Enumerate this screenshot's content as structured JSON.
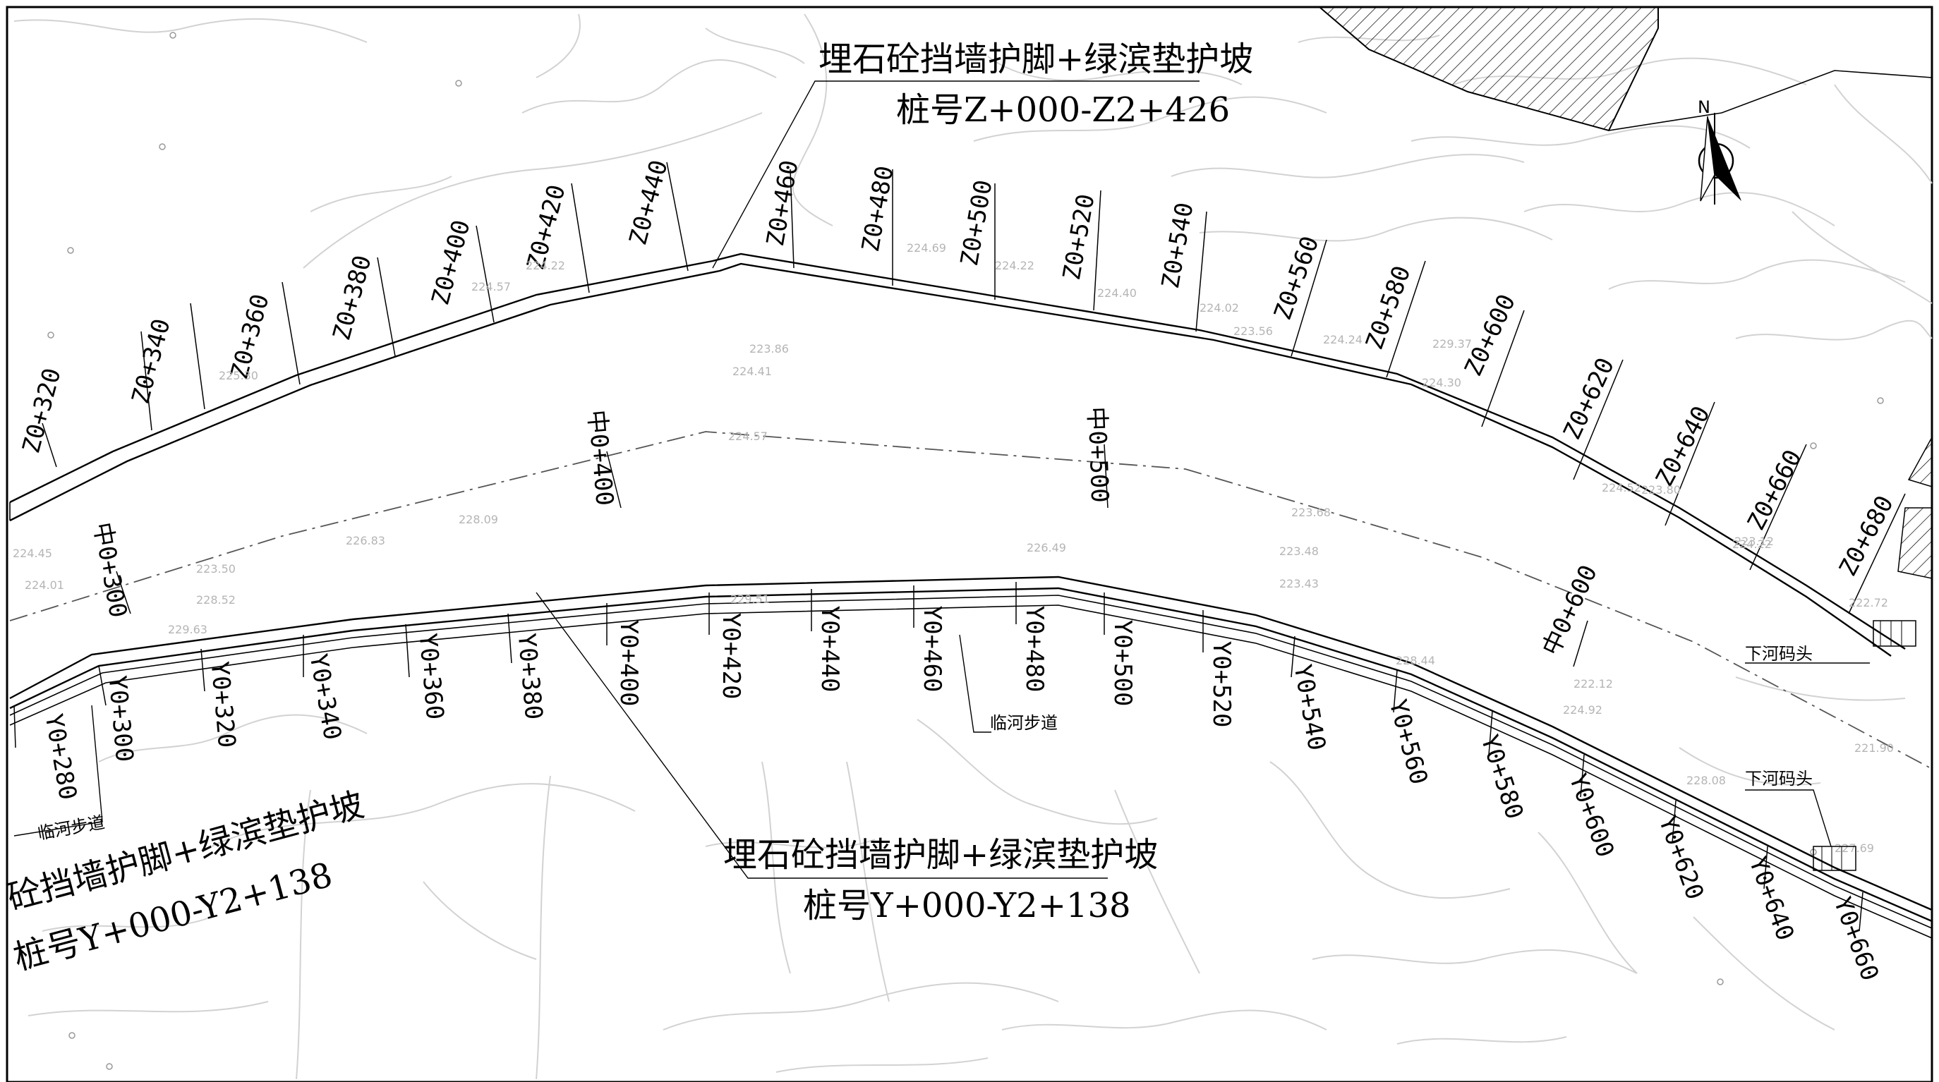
{
  "annotations": {
    "north_top_line1": "埋石砼挡墙护脚+绿滨垫护坡",
    "north_top_line2": "桩号Z+000-Z2+426",
    "south_mid_line1": "埋石砼挡墙护脚+绿滨垫护坡",
    "south_mid_line2": "桩号Y+000-Y2+138",
    "south_left_line1": "砼挡墙护脚+绿滨垫护坡",
    "south_left_line2": "桩号Y+000-Y2+138",
    "walkway_label": "临河步道",
    "wharf_label": "下河码头"
  },
  "north_arrow": {
    "letter": "N"
  },
  "stations": {
    "left_bank": [
      "Z0+320",
      "Z0+340",
      "Z0+360",
      "Z0+380",
      "Z0+400",
      "Z0+420",
      "Z0+440",
      "Z0+460",
      "Z0+480",
      "Z0+500",
      "Z0+520",
      "Z0+540",
      "Z0+560",
      "Z0+580",
      "Z0+600",
      "Z0+620",
      "Z0+640",
      "Z0+660",
      "Z0+680"
    ],
    "right_bank": [
      "Y0+280",
      "Y0+300",
      "Y0+320",
      "Y0+340",
      "Y0+360",
      "Y0+380",
      "Y0+400",
      "Y0+420",
      "Y0+440",
      "Y0+460",
      "Y0+480",
      "Y0+500",
      "Y0+520",
      "Y0+540",
      "Y0+560",
      "Y0+580",
      "Y0+600",
      "Y0+620",
      "Y0+640",
      "Y0+660"
    ],
    "centerline": [
      "中0+300",
      "中0+400",
      "中0+500",
      "中0+600"
    ]
  },
  "elevations": [
    "224.45",
    "224.01",
    "223.50",
    "228.52",
    "229.63",
    "226.83",
    "228.09",
    "225.30",
    "224.57",
    "224.22",
    "224.69",
    "224.22",
    "224.40",
    "223.86",
    "224.41",
    "224.57",
    "224.02",
    "223.56",
    "224.24",
    "229.37",
    "224.30",
    "226.49",
    "223.68",
    "223.48",
    "223.43",
    "229.51",
    "228.44",
    "222.12",
    "224.92",
    "221.90",
    "228.08",
    "227.69",
    "224.52",
    "223.80",
    "224.22",
    "222.72",
    "223.12"
  ],
  "colors": {
    "line": "#000000",
    "terrain": "#d2d2d2",
    "elevation_text": "#b5b5b5"
  }
}
